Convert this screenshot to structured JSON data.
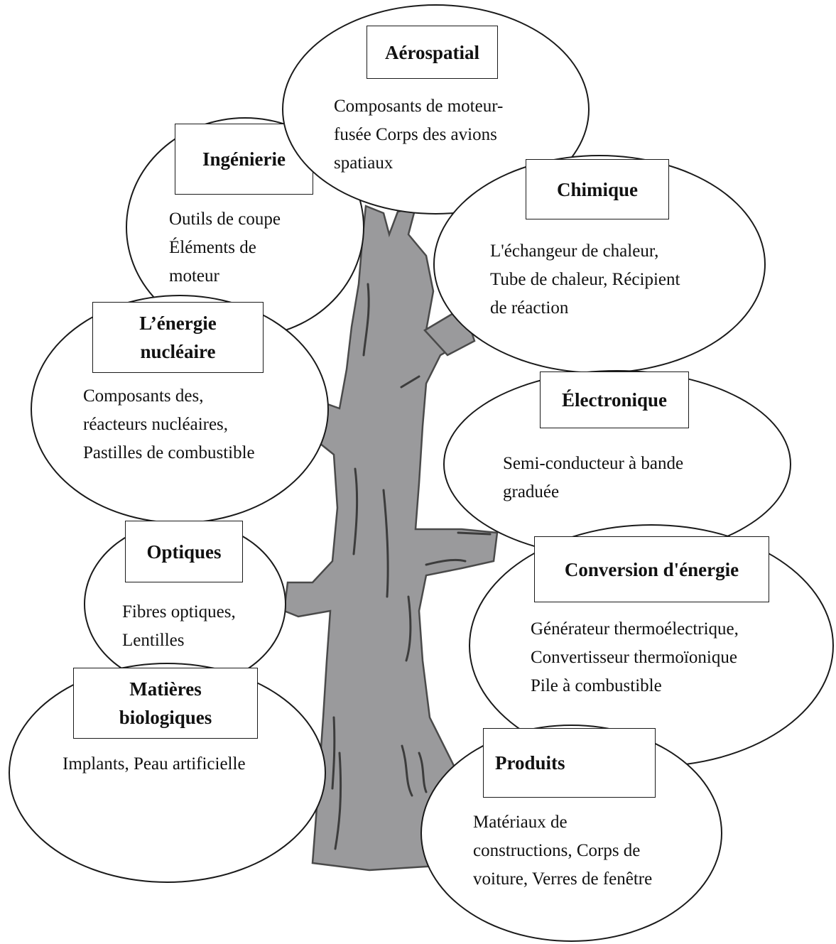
{
  "diagram": {
    "nodes": [
      {
        "id": "aerospatial",
        "title": "Aérospatial",
        "lines": [
          "Composants de moteur-",
          "fusée Corps des avions",
          "spatiaux"
        ]
      },
      {
        "id": "ingenierie",
        "title": "Ingénierie",
        "lines": [
          "Outils de coupe",
          "Éléments de",
          "moteur"
        ]
      },
      {
        "id": "chimique",
        "title": "Chimique",
        "lines": [
          "L'échangeur de chaleur,",
          "Tube de chaleur, Récipient",
          "de réaction"
        ]
      },
      {
        "id": "energie-nucleaire",
        "title": "L’énergie nucléaire",
        "lines": [
          "Composants des,",
          "réacteurs nucléaires,",
          "Pastilles de combustible"
        ]
      },
      {
        "id": "electronique",
        "title": "Électronique",
        "lines": [
          "Semi-conducteur à bande",
          "graduée"
        ]
      },
      {
        "id": "optiques",
        "title": "Optiques",
        "lines": [
          "Fibres optiques,",
          "Lentilles"
        ]
      },
      {
        "id": "conversion-energie",
        "title": "Conversion d'énergie",
        "lines": [
          "Générateur thermoélectrique,",
          "Convertisseur thermoïonique",
          "Pile à combustible"
        ]
      },
      {
        "id": "matieres-biologiques",
        "title": "Matières biologiques",
        "lines": [
          "Implants, Peau artificielle"
        ]
      },
      {
        "id": "produits",
        "title": "Produits",
        "lines": [
          "Matériaux de",
          "constructions, Corps de",
          "voiture, Verres de fenêtre"
        ]
      }
    ],
    "colors": {
      "tree_fill": "#9a9a9c",
      "tree_stroke": "#4a4a4a",
      "outline": "#1a1a1a"
    }
  }
}
